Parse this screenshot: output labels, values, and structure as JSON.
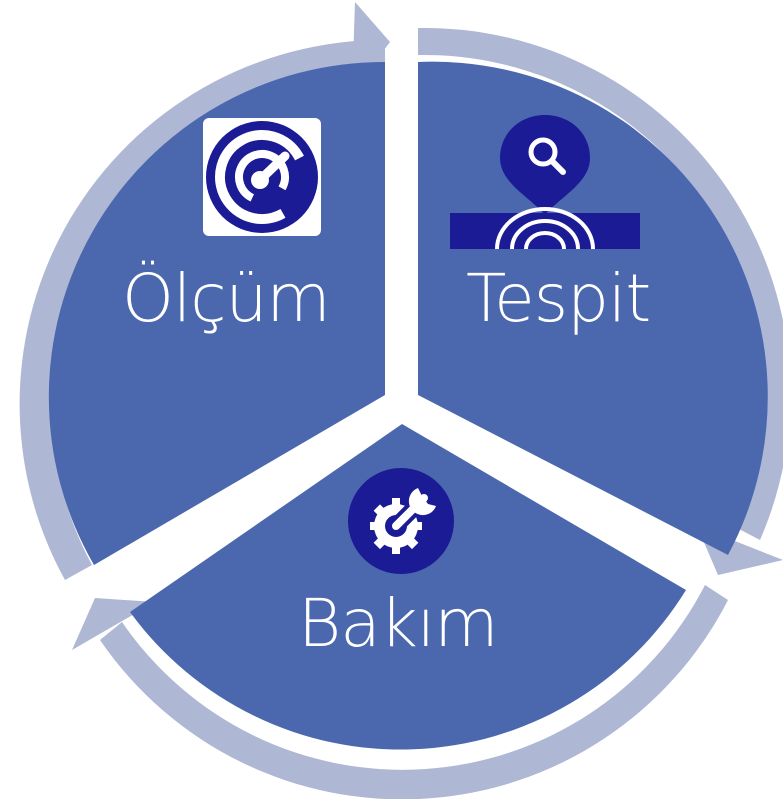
{
  "colors": {
    "segment_fill": "#4B68AE",
    "ring": "#AEB7D4",
    "icon_bg": "#1B1B95",
    "icon_fg": "#ffffff",
    "label": "#ffffff"
  },
  "segments": [
    {
      "label": "Ölçüm",
      "icon": "speedometer-icon"
    },
    {
      "label": "Tespit",
      "icon": "location-search-icon"
    },
    {
      "label": "Bakım",
      "icon": "wrench-gear-icon"
    }
  ]
}
